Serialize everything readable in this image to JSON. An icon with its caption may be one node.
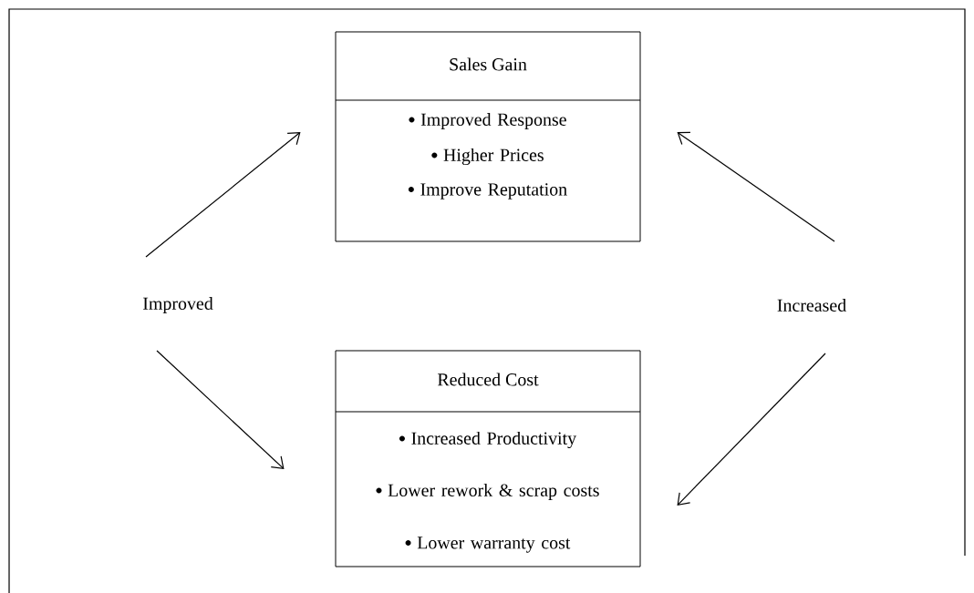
{
  "diagram": {
    "nodes": [
      {
        "text": [
          "Sales Gain",
          "Improved Response",
          "Higher Prices",
          "Improve Reputation"
        ]
      },
      {
        "text": [
          "Reduced Cost",
          "Increased Productivity",
          "Lower rework & scrap costs",
          "Lower warranty cost"
        ]
      },
      {
        "text": [
          "Improved"
        ]
      },
      {
        "text": [
          "Increased"
        ]
      }
    ],
    "edges": [
      {
        "from": 2,
        "to": 0,
        "arrow": "to"
      },
      {
        "from": 2,
        "to": 1,
        "arrow": "to"
      },
      {
        "from": 3,
        "to": 0,
        "arrow": "to"
      },
      {
        "from": 3,
        "to": 1,
        "arrow": "to"
      }
    ]
  }
}
